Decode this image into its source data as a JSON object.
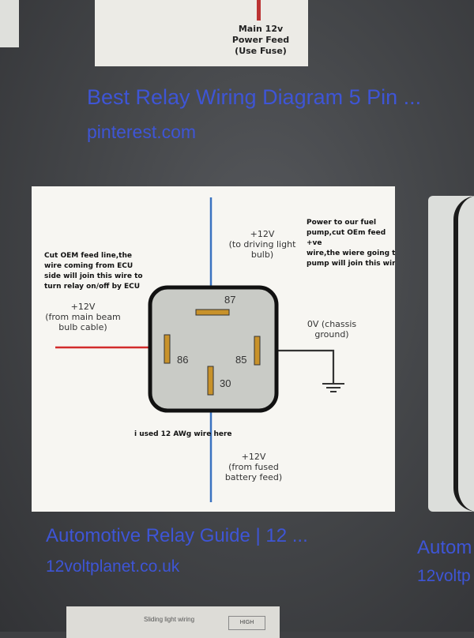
{
  "top_result": {
    "caption": [
      "Main 12v",
      "Power Feed",
      "(Use Fuse)"
    ],
    "title": "Best Relay Wiring Diagram 5 Pin ...",
    "site": "pinterest.com"
  },
  "diagram": {
    "annotations": {
      "cut_oem": [
        "Cut OEM feed line,the",
        "wire coming from ECU",
        "side will join this wire to",
        "turn relay on/off by ECU"
      ],
      "power_fuel": [
        "Power to our fuel",
        "pump,cut OEm feed +ve",
        "wire,the wiere going to",
        "pump will join this wire"
      ],
      "wire_gauge": "i used 12 AWg wire here"
    },
    "labels": {
      "top": [
        "+12V",
        "(to driving light",
        "bulb)"
      ],
      "left": [
        "+12V",
        "(from main beam",
        "bulb cable)"
      ],
      "right": [
        "0V (chassis",
        "ground)"
      ],
      "bottom": [
        "+12V",
        "(from fused",
        "battery feed)"
      ]
    },
    "pins": {
      "p87": "87",
      "p86": "86",
      "p85": "85",
      "p30": "30"
    }
  },
  "second_result": {
    "title": "Automotive Relay Guide | 12 ...",
    "site": "12voltplanet.co.uk"
  },
  "third_result": {
    "title": "Autom",
    "site": "12voltp"
  },
  "bottom_card": {
    "caption": "Sliding light wiring",
    "badge": "HIGH"
  },
  "colors": {
    "link": "#3e55d6",
    "wire_red": "#d22b2b",
    "wire_blue": "#3a72c0",
    "relay_body": "#c9cbc6",
    "pin_gold": "#c8922a"
  }
}
